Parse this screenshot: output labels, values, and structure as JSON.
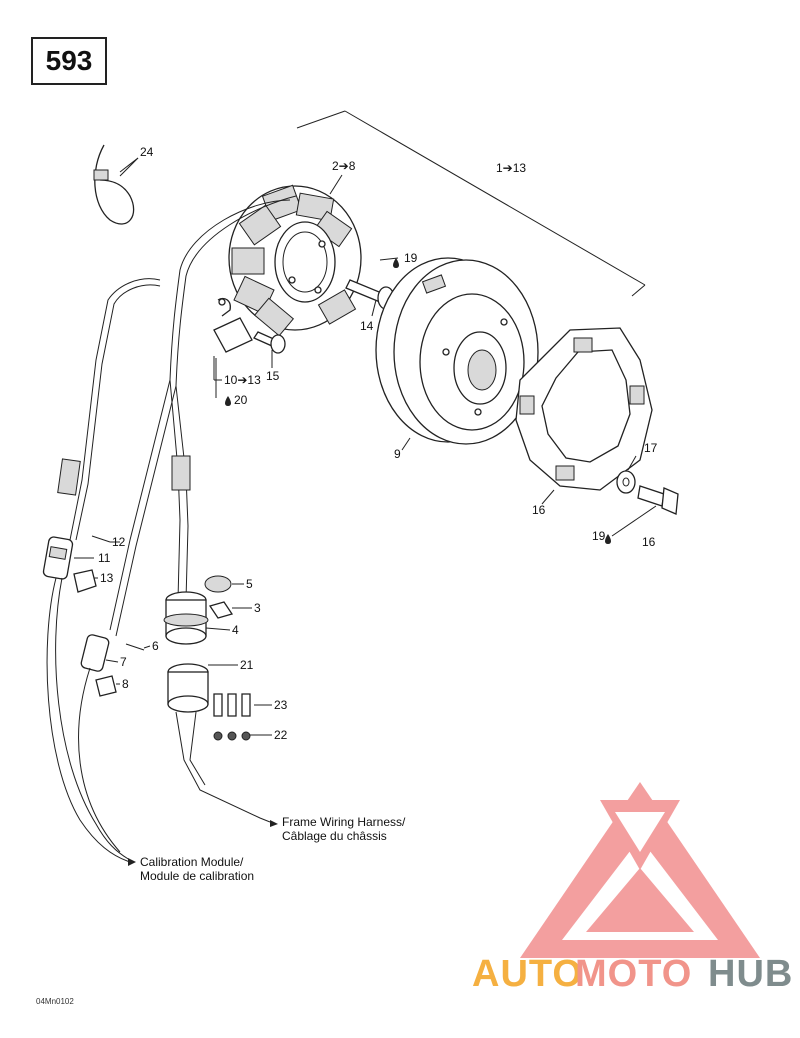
{
  "page_number": "593",
  "callouts": {
    "c24": "24",
    "c2_8": "2➔8",
    "c1_13": "1➔13",
    "c19a": "19",
    "c14": "14",
    "c10_13": "10➔13",
    "c15": "15",
    "c20": "20",
    "c9": "9",
    "c17": "17",
    "c16a": "16",
    "c19b": "19",
    "c16b": "16",
    "c12": "12",
    "c11": "11",
    "c13": "13",
    "c5": "5",
    "c3": "3",
    "c6": "6",
    "c4": "4",
    "c7": "7",
    "c21": "21",
    "c8": "8",
    "c23": "23",
    "c22": "22"
  },
  "notes": {
    "frame_harness_en": "Frame Wiring Harness/",
    "frame_harness_fr": "Câblage du châssis",
    "calibration_en": "Calibration Module/",
    "calibration_fr": "Module de calibration"
  },
  "reference_code": "04Mn0102",
  "watermark": {
    "part1": "AUTO",
    "part2": "MOTO",
    "part3": "HUB",
    "colors": {
      "auto": "#f5b041",
      "moto": "#f1948a",
      "hub": "#7f8c8d",
      "triangle": "#ef8080"
    }
  }
}
